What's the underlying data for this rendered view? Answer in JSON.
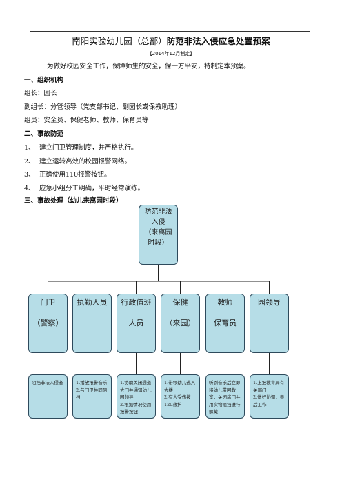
{
  "doc": {
    "title_normal": "南阳实验幼儿园（总部）",
    "title_bold": "防范非法入侵应急处置预案",
    "date": "【2014年12月制定】",
    "intro": "为做好校园安全工作，保障师生的安全，保一方平安，特制定本预案。",
    "sections": [
      {
        "heading": "一、组织机构",
        "lines": [
          "组长：园长",
          "副组长：分管领导（党支部书记、副园长或保教助理）",
          "组员：安全员、保健老师、教师、保育员等"
        ]
      },
      {
        "heading": "二、事故防范",
        "items": [
          {
            "num": "1、",
            "text": "建立门卫管理制度，并严格执行。"
          },
          {
            "num": "2、",
            "text": "建立运转高效的校园报警网络。"
          },
          {
            "num": "3、",
            "text": "正确使用110报警按钮。"
          },
          {
            "num": "4、",
            "text": "应急小组分工明确，平时经常演练。"
          }
        ]
      },
      {
        "heading": "三、事故处理（幼儿来离园时段）"
      }
    ]
  },
  "chart": {
    "root": [
      "防范非法",
      "入侵",
      "（来离园",
      "时段）"
    ],
    "roles": [
      {
        "line1": "门卫",
        "line2": "（警察）",
        "task": [
          "阻挡非法入侵者"
        ]
      },
      {
        "line1": "执勤人员",
        "line2": "",
        "task": [
          "1.播放报警音乐",
          "2.与门卫共同阻挡"
        ]
      },
      {
        "line1": "行政值班",
        "line2": "人员",
        "task": [
          "1.协助关闭通道大门并通知幼儿园领导",
          "2.根据情况使用报警按钮"
        ]
      },
      {
        "line1": "保健",
        "line2": "（来园）",
        "task": [
          "1.带领幼儿逃入大楼",
          "2.有人受伤拨120救护"
        ]
      },
      {
        "line1": "教师",
        "line2": "保育员",
        "task": [
          "听到音乐后立即将幼儿带回教室，关闭房门并用实物阻挡进行躲藏"
        ]
      },
      {
        "line1": "园领导",
        "line2": "",
        "task": [
          "1.上报教育局有关部门",
          "2.做好协调，善后工作"
        ]
      }
    ]
  }
}
